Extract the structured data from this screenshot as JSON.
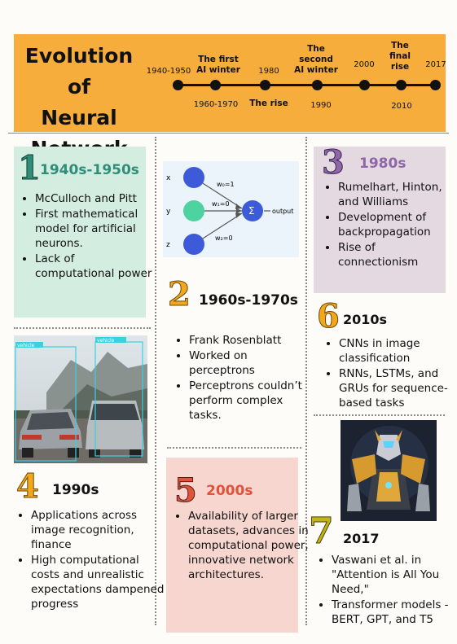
{
  "header": {
    "title_line1": "Evolution of",
    "title_line2": "Neural",
    "title_line3": "Network",
    "timeline": {
      "p1940": "1940-1950",
      "first_winter_1": "The first",
      "first_winter_2": "AI winter",
      "p1960": "1960-1970",
      "p1980": "1980",
      "the_rise": "The rise",
      "second_winter_1": "The",
      "second_winter_2": "second",
      "second_winter_3": "AI winter",
      "p1990": "1990",
      "p2000": "2000",
      "final_rise_1": "The",
      "final_rise_2": "final",
      "final_rise_3": "rise",
      "p2010": "2010",
      "p2017": "2017"
    }
  },
  "sections": {
    "s1": {
      "number": "1",
      "heading": "1940s-1950s",
      "bullets": [
        "McCulloch and Pitt",
        "First mathematical model for artificial neurons.",
        "Lack of computational power"
      ]
    },
    "s2": {
      "number": "2",
      "heading": "1960s-1970s",
      "bullets": [
        "Frank Rosenblatt",
        "Worked on perceptrons",
        "Perceptrons couldn’t perform complex tasks."
      ]
    },
    "s3": {
      "number": "3",
      "heading": "1980s",
      "bullets": [
        "Rumelhart, Hinton, and Williams",
        "Development of backpropagation",
        "Rise of connectionism"
      ]
    },
    "s4": {
      "number": "4",
      "heading": "1990s",
      "bullets": [
        "Applications across image recognition, finance",
        "High computational costs and unrealistic expectations dampened progress"
      ]
    },
    "s5": {
      "number": "5",
      "heading": "2000s",
      "bullets": [
        "Availability of larger datasets, advances in computational power, innovative network architectures."
      ]
    },
    "s6": {
      "number": "6",
      "heading": "2010s",
      "bullets": [
        "CNNs in image classification",
        "RNNs, LSTMs, and GRUs for sequence-based tasks"
      ]
    },
    "s7": {
      "number": "7",
      "heading": "2017",
      "bullets": [
        "Vaswani et al. in \"Attention is All You Need,\"",
        "Transformer models - BERT, GPT, and T5"
      ]
    }
  },
  "diagram": {
    "x": "x",
    "y": "y",
    "z": "z",
    "w0": "w₀=1",
    "w1": "w₁=0",
    "w2": "w₂=0",
    "sum": "Σ",
    "output": "output"
  },
  "car_image": {
    "label1": "vehicle",
    "label2": "vehicle"
  },
  "colors": {
    "header": "#f6ad3b",
    "s1_bg": "#d3ede0",
    "s3_bg": "#e4d8e1",
    "s5_bg": "#f6d6cf",
    "teal_number": "#2f8e78",
    "orange_number": "#f2a71c",
    "purple_number": "#8e67a8",
    "red_number": "#e0523c",
    "olive_number": "#c2b518",
    "node_blue": "#3d5bd9",
    "node_green": "#4ed2a0"
  }
}
